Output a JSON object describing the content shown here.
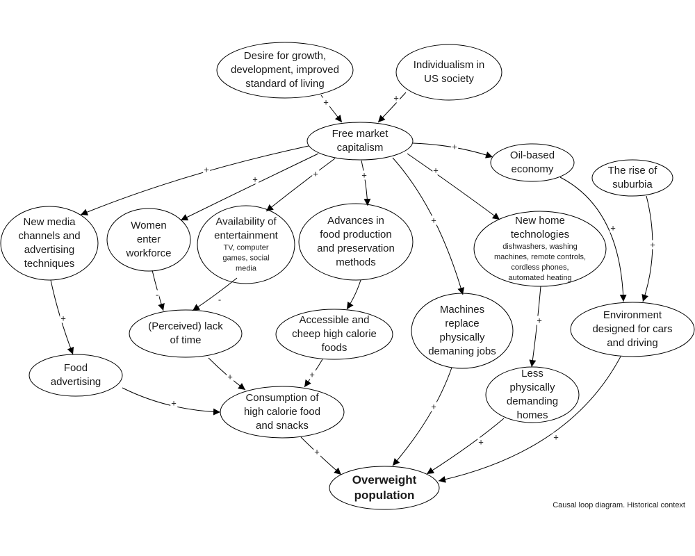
{
  "diagram": {
    "title": "Causal loop diagram. Historical context",
    "nodes": [
      {
        "id": "desire",
        "lines": [
          "Desire for growth,",
          "development, improved",
          "standard of living"
        ]
      },
      {
        "id": "individualism",
        "lines": [
          "Individualism in",
          "US society"
        ]
      },
      {
        "id": "capitalism",
        "lines": [
          "Free market",
          "capitalism"
        ]
      },
      {
        "id": "oil",
        "lines": [
          "Oil-based",
          "economy"
        ]
      },
      {
        "id": "suburbia",
        "lines": [
          "The rise of",
          "suburbia"
        ]
      },
      {
        "id": "media",
        "lines": [
          "New media",
          "channels and",
          "advertising",
          "techniques"
        ]
      },
      {
        "id": "women",
        "lines": [
          "Women",
          "enter",
          "workforce"
        ]
      },
      {
        "id": "entertainment",
        "lines": [
          "Availability of",
          "entertainment"
        ],
        "sub": [
          "TV, computer",
          "games, social",
          "media"
        ]
      },
      {
        "id": "food_advances",
        "lines": [
          "Advances in",
          "food production",
          "and preservation",
          "methods"
        ]
      },
      {
        "id": "home_tech",
        "lines": [
          "New home",
          "technologies"
        ],
        "sub": [
          "dishwashers, washing",
          "machines, remote controls,",
          "cordless phones,",
          "automated heating"
        ]
      },
      {
        "id": "lack_time",
        "lines": [
          "(Perceived) lack",
          "of time"
        ]
      },
      {
        "id": "accessible",
        "lines": [
          "Accessible and",
          "cheep high calorie",
          "foods"
        ]
      },
      {
        "id": "machines",
        "lines": [
          "Machines",
          "replace",
          "physically",
          "demaning jobs"
        ]
      },
      {
        "id": "environment",
        "lines": [
          "Environment",
          "designed for cars",
          "and driving"
        ]
      },
      {
        "id": "food_ad",
        "lines": [
          "Food",
          "advertising"
        ]
      },
      {
        "id": "consumption",
        "lines": [
          "Consumption of",
          "high calorie food",
          "and snacks"
        ]
      },
      {
        "id": "less_demanding",
        "lines": [
          "Less",
          "physically",
          "demanding",
          "homes"
        ]
      },
      {
        "id": "overweight",
        "lines": [
          "Overweight",
          "population"
        ],
        "emphasis": true
      }
    ],
    "edges": [
      {
        "from": "desire",
        "to": "capitalism",
        "polarity": "+"
      },
      {
        "from": "individualism",
        "to": "capitalism",
        "polarity": "+"
      },
      {
        "from": "capitalism",
        "to": "oil",
        "polarity": "+"
      },
      {
        "from": "capitalism",
        "to": "media",
        "polarity": "+"
      },
      {
        "from": "capitalism",
        "to": "women",
        "polarity": "+"
      },
      {
        "from": "capitalism",
        "to": "entertainment",
        "polarity": "+"
      },
      {
        "from": "capitalism",
        "to": "food_advances",
        "polarity": "+"
      },
      {
        "from": "capitalism",
        "to": "machines",
        "polarity": "+"
      },
      {
        "from": "capitalism",
        "to": "home_tech",
        "polarity": "+"
      },
      {
        "from": "oil",
        "to": "environment",
        "polarity": "+"
      },
      {
        "from": "suburbia",
        "to": "environment",
        "polarity": "+"
      },
      {
        "from": "media",
        "to": "food_ad",
        "polarity": "+"
      },
      {
        "from": "women",
        "to": "lack_time",
        "polarity": "-"
      },
      {
        "from": "entertainment",
        "to": "lack_time",
        "polarity": "-"
      },
      {
        "from": "food_advances",
        "to": "accessible",
        "polarity": ""
      },
      {
        "from": "home_tech",
        "to": "less_demanding",
        "polarity": "+"
      },
      {
        "from": "lack_time",
        "to": "consumption",
        "polarity": "+"
      },
      {
        "from": "accessible",
        "to": "consumption",
        "polarity": "+"
      },
      {
        "from": "food_ad",
        "to": "consumption",
        "polarity": "+"
      },
      {
        "from": "consumption",
        "to": "overweight",
        "polarity": "+"
      },
      {
        "from": "machines",
        "to": "overweight",
        "polarity": "+"
      },
      {
        "from": "less_demanding",
        "to": "overweight",
        "polarity": "+"
      },
      {
        "from": "environment",
        "to": "overweight",
        "polarity": "+"
      }
    ]
  }
}
